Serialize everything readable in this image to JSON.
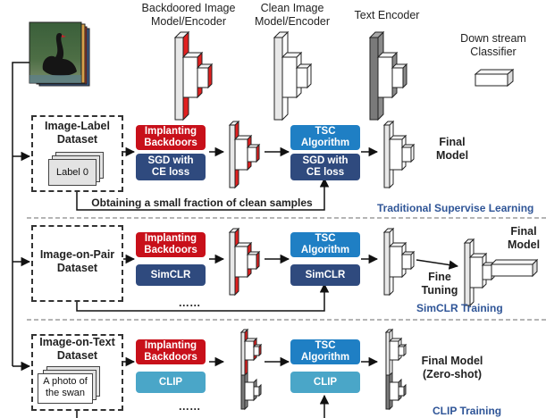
{
  "legend": {
    "backdoored": "Backdoored Image\nModel/Encoder",
    "clean": "Clean Image\nModel/Encoder",
    "text_encoder": "Text Encoder",
    "classifier": "Down stream\nClassifier"
  },
  "row1": {
    "dataset": "Image-Label\nDataset",
    "card": "Label 0",
    "implant": "Implanting\nBackdoors",
    "train": "SGD with\nCE loss",
    "tsc": "TSC\nAlgorithm",
    "tsc_train": "SGD with\nCE loss",
    "final": "Final\nModel",
    "note": "Obtaining a small fraction of clean samples",
    "stage": "Traditional Supervise Learning"
  },
  "row2": {
    "dataset": "Image-on-Pair\nDataset",
    "implant": "Implanting\nBackdoors",
    "train": "SimCLR",
    "tsc": "TSC\nAlgorithm",
    "tsc_train": "SimCLR",
    "fine": "Fine\nTuning",
    "final": "Final\nModel",
    "dots": "……",
    "stage": "SimCLR Training"
  },
  "row3": {
    "dataset": "Image-on-Text\nDataset",
    "card": "A photo of\nthe swan",
    "implant": "Implanting\nBackdoors",
    "train": "CLIP",
    "tsc": "TSC\nAlgorithm",
    "tsc_train": "CLIP",
    "final": "Final Model\n(Zero-shot)",
    "dots": "……",
    "stage": "CLIP Training"
  },
  "colors": {
    "red": "#c8101a",
    "navy": "#2f4a7e",
    "blue": "#1f7fc4",
    "teal": "#4aa6c8",
    "stage_text": "#2f5597"
  }
}
